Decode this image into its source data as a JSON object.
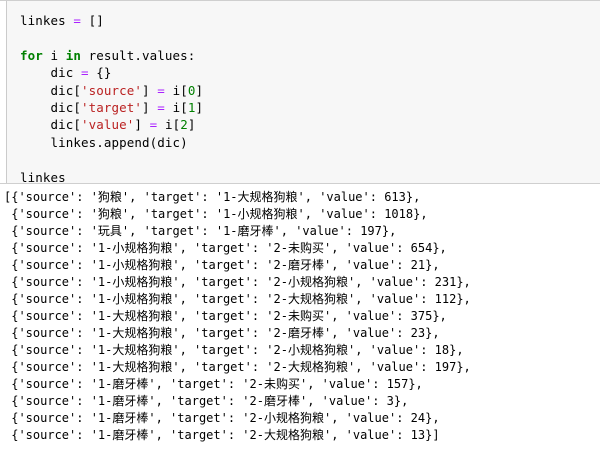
{
  "cell": {
    "kind": "jupyter-code-cell",
    "background_color": "#F7F7F7",
    "border_color": "#CFCFCF",
    "syntax_colors": {
      "keyword": "#008000",
      "string": "#BA2121",
      "number": "#008000",
      "operator": "#AA22FF",
      "plain": "#000000"
    },
    "code_lines": [
      [
        {
          "t": "linkes ",
          "c": "pl"
        },
        {
          "t": "=",
          "c": "op"
        },
        {
          "t": " []",
          "c": "pl"
        }
      ],
      [],
      [
        {
          "t": "for",
          "c": "kw"
        },
        {
          "t": " i ",
          "c": "pl"
        },
        {
          "t": "in",
          "c": "kw"
        },
        {
          "t": " result.values:",
          "c": "pl"
        }
      ],
      [
        {
          "t": "    dic ",
          "c": "pl"
        },
        {
          "t": "=",
          "c": "op"
        },
        {
          "t": " {}",
          "c": "pl"
        }
      ],
      [
        {
          "t": "    dic[",
          "c": "pl"
        },
        {
          "t": "'source'",
          "c": "str"
        },
        {
          "t": "] ",
          "c": "pl"
        },
        {
          "t": "=",
          "c": "op"
        },
        {
          "t": " i[",
          "c": "pl"
        },
        {
          "t": "0",
          "c": "num"
        },
        {
          "t": "]",
          "c": "pl"
        }
      ],
      [
        {
          "t": "    dic[",
          "c": "pl"
        },
        {
          "t": "'target'",
          "c": "str"
        },
        {
          "t": "] ",
          "c": "pl"
        },
        {
          "t": "=",
          "c": "op"
        },
        {
          "t": " i[",
          "c": "pl"
        },
        {
          "t": "1",
          "c": "num"
        },
        {
          "t": "]",
          "c": "pl"
        }
      ],
      [
        {
          "t": "    dic[",
          "c": "pl"
        },
        {
          "t": "'value'",
          "c": "str"
        },
        {
          "t": "] ",
          "c": "pl"
        },
        {
          "t": "=",
          "c": "op"
        },
        {
          "t": " i[",
          "c": "pl"
        },
        {
          "t": "2",
          "c": "num"
        },
        {
          "t": "]",
          "c": "pl"
        }
      ],
      [
        {
          "t": "    linkes.append(dic)",
          "c": "pl"
        }
      ],
      [],
      [
        {
          "t": "linkes",
          "c": "pl"
        }
      ]
    ]
  },
  "output": {
    "records": [
      {
        "source": "狗粮",
        "target": "1-大规格狗粮",
        "value": 613
      },
      {
        "source": "狗粮",
        "target": "1-小规格狗粮",
        "value": 1018
      },
      {
        "source": "玩具",
        "target": "1-磨牙棒",
        "value": 197
      },
      {
        "source": "1-小规格狗粮",
        "target": "2-未购买",
        "value": 654
      },
      {
        "source": "1-小规格狗粮",
        "target": "2-磨牙棒",
        "value": 21
      },
      {
        "source": "1-小规格狗粮",
        "target": "2-小规格狗粮",
        "value": 231
      },
      {
        "source": "1-小规格狗粮",
        "target": "2-大规格狗粮",
        "value": 112
      },
      {
        "source": "1-大规格狗粮",
        "target": "2-未购买",
        "value": 375
      },
      {
        "source": "1-大规格狗粮",
        "target": "2-磨牙棒",
        "value": 23
      },
      {
        "source": "1-大规格狗粮",
        "target": "2-小规格狗粮",
        "value": 18
      },
      {
        "source": "1-大规格狗粮",
        "target": "2-大规格狗粮",
        "value": 197
      },
      {
        "source": "1-磨牙棒",
        "target": "2-未购买",
        "value": 157
      },
      {
        "source": "1-磨牙棒",
        "target": "2-磨牙棒",
        "value": 3
      },
      {
        "source": "1-磨牙棒",
        "target": "2-小规格狗粮",
        "value": 24
      },
      {
        "source": "1-磨牙棒",
        "target": "2-大规格狗粮",
        "value": 13
      }
    ],
    "key_labels": {
      "source": "'source'",
      "target": "'target'",
      "value": "'value'"
    },
    "open_bracket": "[",
    "close_bracket": "]",
    "open_brace": "{",
    "close_brace": "}",
    "separator": ", ",
    "colon": ": ",
    "line_suffix": ","
  }
}
